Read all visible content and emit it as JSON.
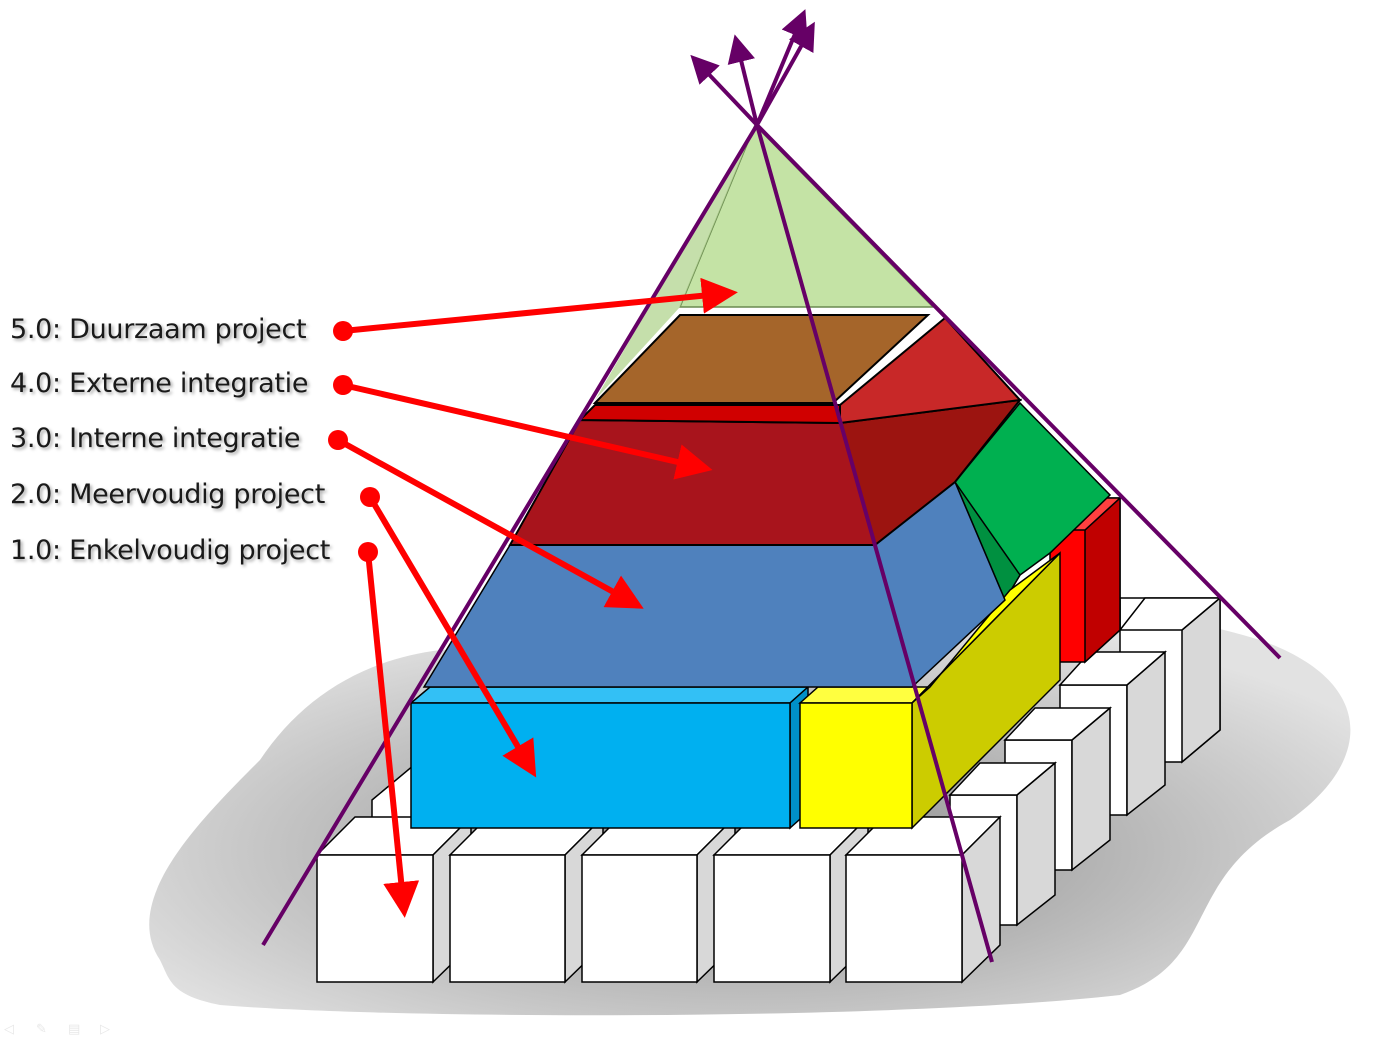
{
  "levels": [
    {
      "label": "5.0: Duurzaam project"
    },
    {
      "label": "4.0: Externe integratie"
    },
    {
      "label": "3.0: Interne integratie"
    },
    {
      "label": "2.0: Meervoudig project"
    },
    {
      "label": "1.0: Enkelvoudig project"
    }
  ],
  "colors": {
    "arrow": "#ff0000",
    "axis": "#660066",
    "level5": "#c4e3a5",
    "level4_brown": "#a5652a",
    "level4_red": "#c0141c",
    "level3": "#4f81bd",
    "level2_cyan": "#00b0f0",
    "level2_yellow": "#ffff00",
    "level2_green": "#00b050",
    "cube": "#ffffff"
  },
  "slide_controls": [
    "previous-icon",
    "pen-icon",
    "menu-icon",
    "next-icon"
  ]
}
